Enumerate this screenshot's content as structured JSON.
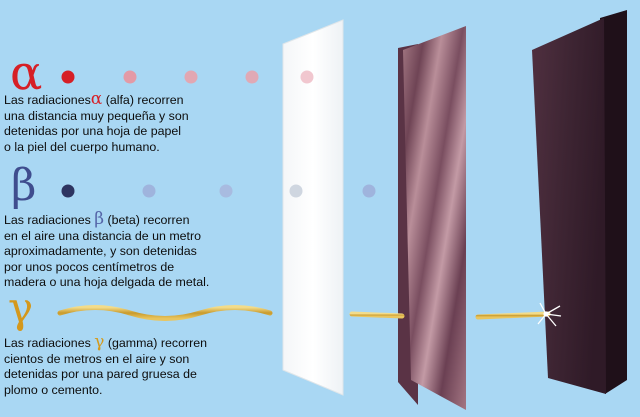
{
  "colors": {
    "background": "#a9d7f3",
    "alpha": "#d61f26",
    "beta": "#2d3460",
    "gamma": "#d7b24a",
    "paper": "#ffffff",
    "wood": "#8c5e6e",
    "metal": "#3b2330"
  },
  "alpha": {
    "symbol": "α",
    "text_before": "Las radiaciones",
    "symbol_inline": "α",
    "text_after": " (alfa) recorren\nuna distancia muy pequeña y son\ndetenidas por una hoja de papel\no la piel del cuerpo humano."
  },
  "beta": {
    "symbol": "β",
    "text_before": "Las radiaciones ",
    "symbol_inline": "β",
    "text_after": " (beta) recorren\nen el aire una distancia de un metro\naproximadamente, y son detenidas\npor unos pocos centímetros de\nmadera o una hoja delgada de metal."
  },
  "gamma": {
    "symbol": "γ",
    "text_before": "Las radiaciones ",
    "symbol_inline": "γ",
    "text_after": " (gamma) recorren\ncientos de metros en el aire y son\ndetenidas por una pared gruesa de\nplomo o cemento."
  }
}
